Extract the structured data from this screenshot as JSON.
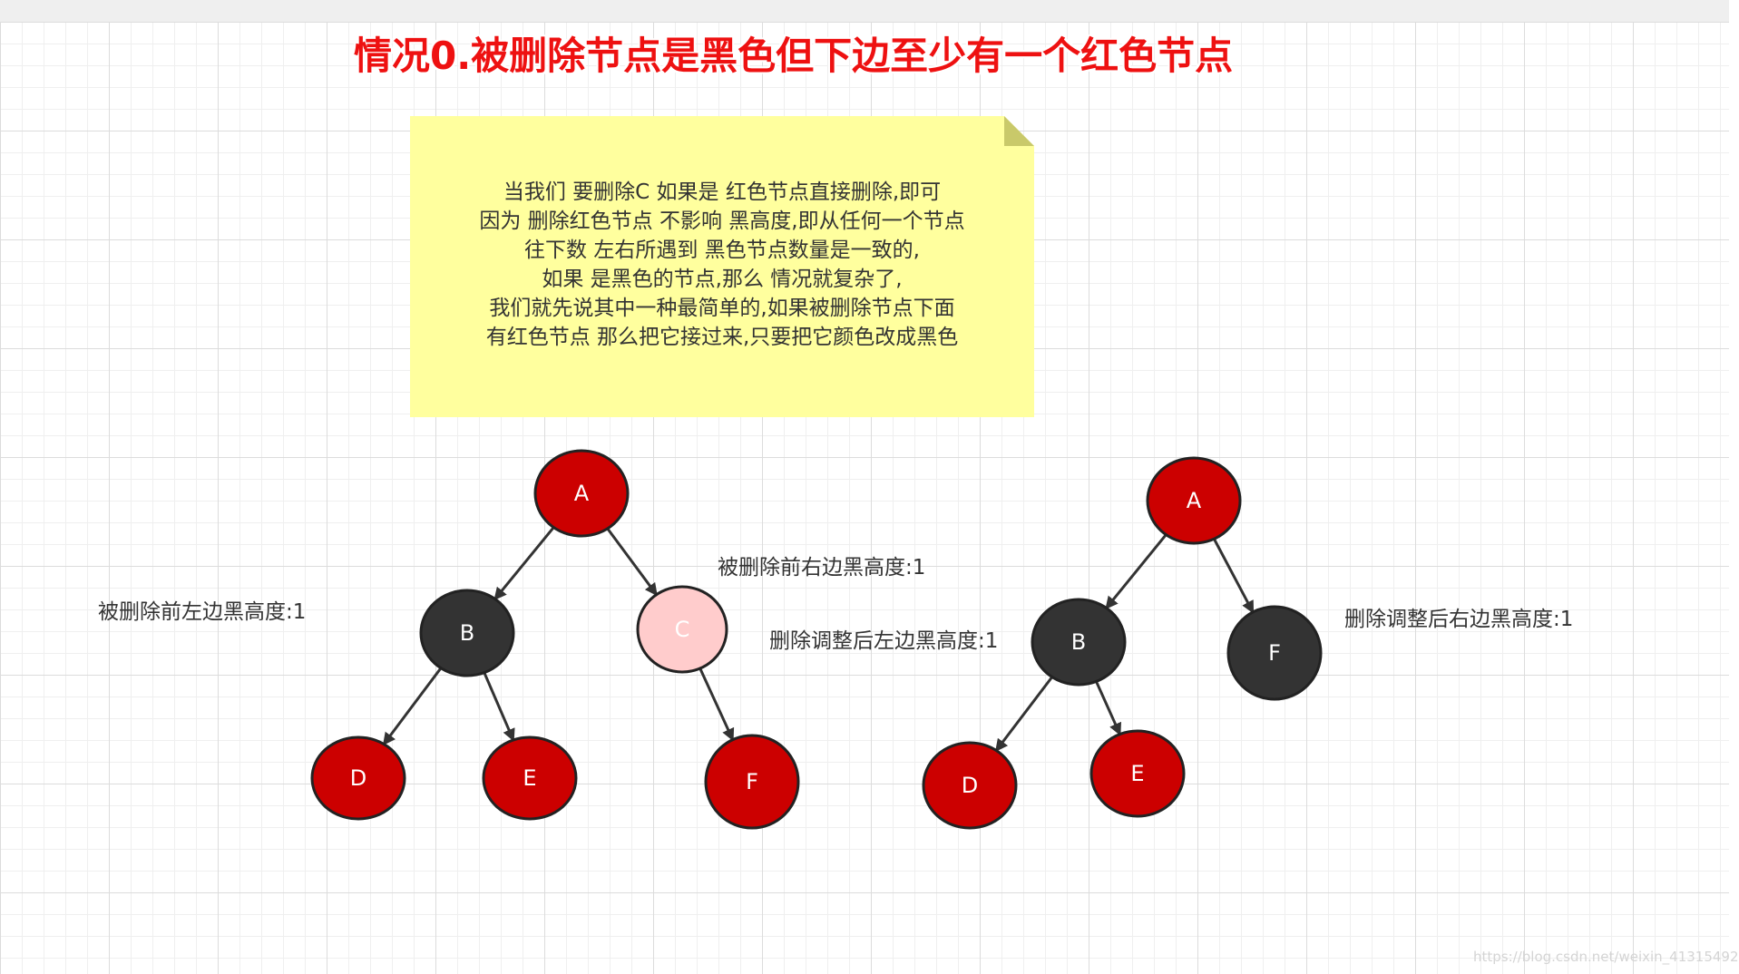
{
  "title": "情况0.被删除节点是黑色但下边至少有一个红色节点",
  "note": {
    "lines": [
      "当我们 要删除C 如果是 红色节点直接删除,即可",
      "因为 删除红色节点 不影响 黑高度,即从任何一个节点",
      "往下数 左右所遇到 黑色节点数量是一致的,",
      "如果 是黑色的节点,那么 情况就复杂了,",
      "我们就先说其中一种最简单的,如果被删除节点下面",
      "有红色节点 那么把它接过来,只要把它颜色改成黑色"
    ]
  },
  "colors": {
    "red": "#cc0000",
    "black": "#333333",
    "pink": "#ffcccc",
    "title_red": "#ee1111",
    "note_yellow": "#ffff9e"
  },
  "trees": {
    "before": {
      "nodes": [
        {
          "id": "A",
          "label": "A",
          "color": "red"
        },
        {
          "id": "B",
          "label": "B",
          "color": "black"
        },
        {
          "id": "C",
          "label": "C",
          "color": "pink"
        },
        {
          "id": "D",
          "label": "D",
          "color": "red"
        },
        {
          "id": "E",
          "label": "E",
          "color": "red"
        },
        {
          "id": "F",
          "label": "F",
          "color": "red"
        }
      ],
      "edges": [
        [
          "A",
          "B"
        ],
        [
          "A",
          "C"
        ],
        [
          "B",
          "D"
        ],
        [
          "B",
          "E"
        ],
        [
          "C",
          "F"
        ]
      ],
      "labels": {
        "left_black_height": "被删除前左边黑高度:1",
        "right_black_height": "被删除前右边黑高度:1"
      }
    },
    "after": {
      "nodes": [
        {
          "id": "A",
          "label": "A",
          "color": "red"
        },
        {
          "id": "B",
          "label": "B",
          "color": "black"
        },
        {
          "id": "F",
          "label": "F",
          "color": "black"
        },
        {
          "id": "D",
          "label": "D",
          "color": "red"
        },
        {
          "id": "E",
          "label": "E",
          "color": "red"
        }
      ],
      "edges": [
        [
          "A",
          "B"
        ],
        [
          "A",
          "F"
        ],
        [
          "B",
          "D"
        ],
        [
          "B",
          "E"
        ]
      ],
      "labels": {
        "left_black_height": "删除调整后左边黑高度:1",
        "right_black_height": "删除调整后右边黑高度:1"
      }
    }
  },
  "watermark": "https://blog.csdn.net/weixin_41315492"
}
